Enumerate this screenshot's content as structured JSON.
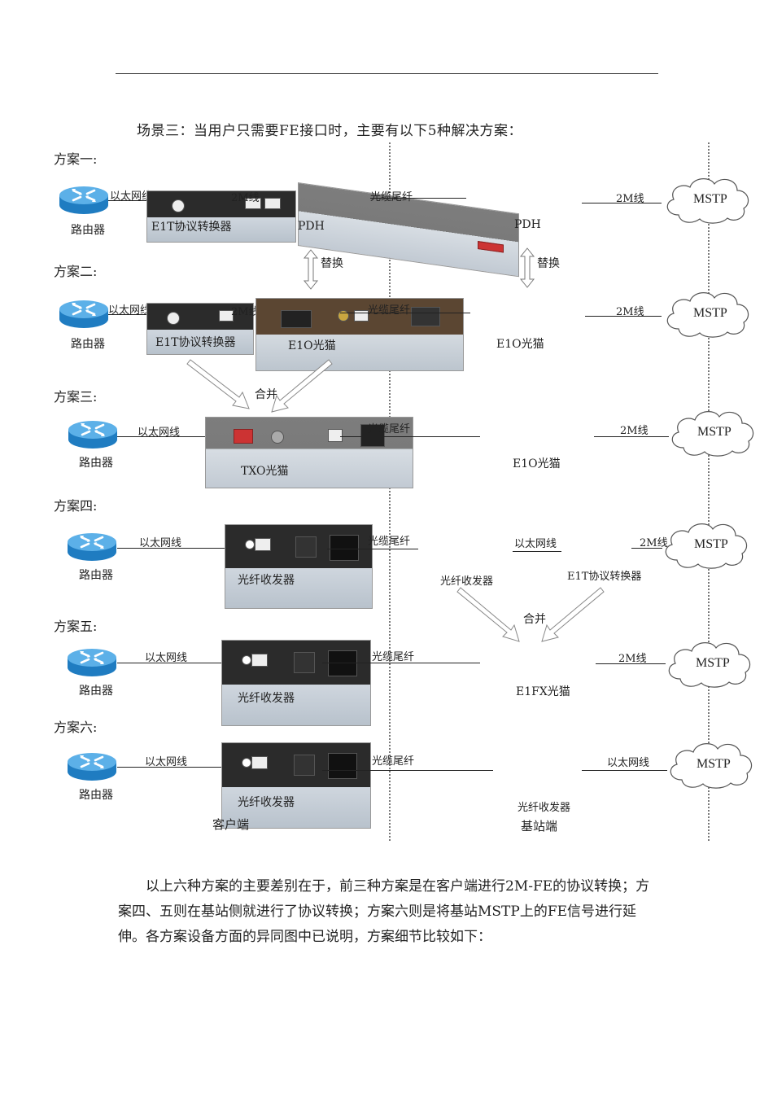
{
  "intro": "场景三：当用户只需要FE接口时，主要有以下5种解决方案：",
  "schemes": [
    "方案一:",
    "方案二:",
    "方案三:",
    "方案四:",
    "方案五:",
    "方案六:"
  ],
  "labels": {
    "router": "路由器",
    "ethernet_cable": "以太网线",
    "e1_2m": "2M线",
    "fiber_pigtail": "光缆尾纤",
    "mstp": "MSTP",
    "e1t_converter": "E1T协议转换器",
    "pdh": "PDH",
    "replace": "替换",
    "e1o_modem": "E1O光猫",
    "merge": "合并",
    "txo_modem": "TXO光猫",
    "fiber_transceiver": "光纤收发器",
    "e1fx_modem": "E1FX光猫",
    "customer_side": "客户端",
    "base_station_side": "基站端"
  },
  "summary": "以上六种方案的主要差别在于，前三种方案是在客户端进行2M-FE的协议转换；方案四、五则在基站侧就进行了协议转换；方案六则是将基站MSTP上的FE信号进行延伸。各方案设备方面的异同图中已说明，方案细节比较如下：",
  "icons": [
    "router-icon",
    "cloud-icon",
    "double-arrow-icon",
    "merge-arrow-icon"
  ]
}
